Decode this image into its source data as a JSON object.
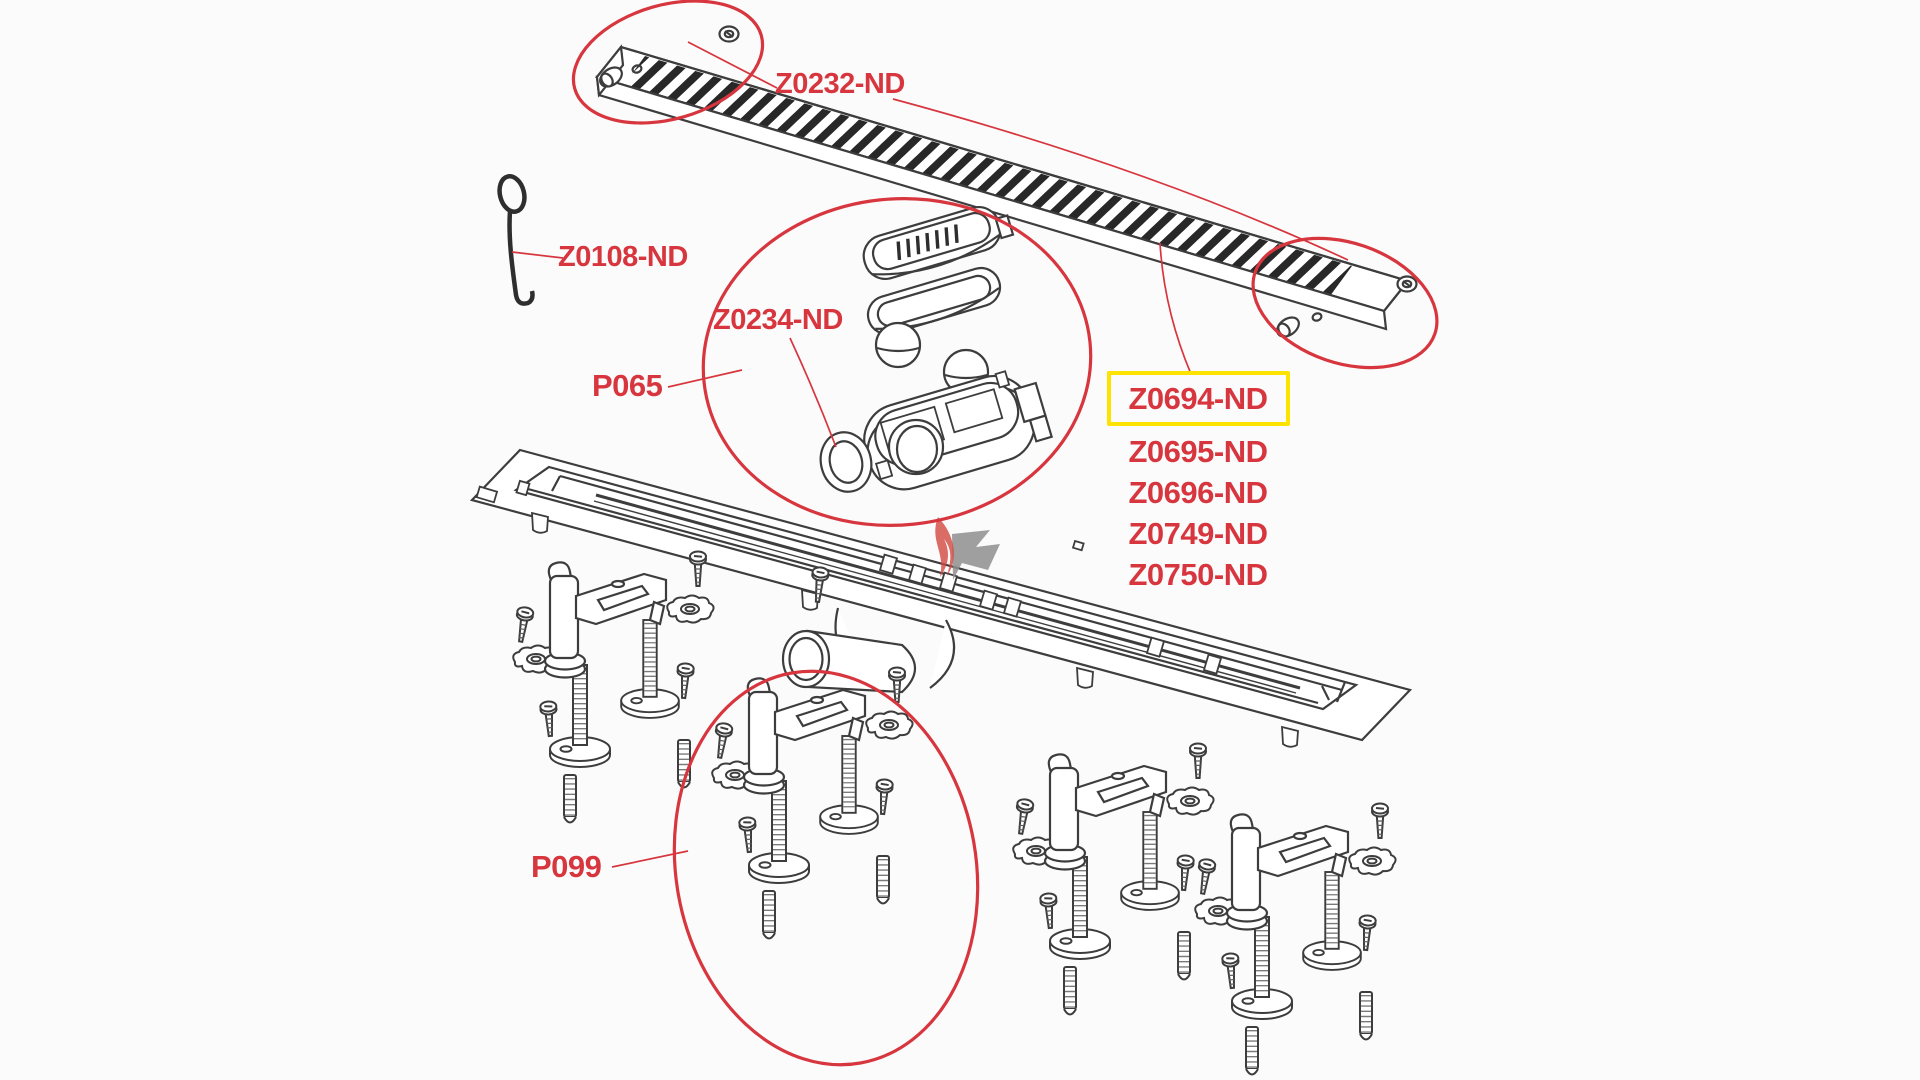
{
  "colors": {
    "label_red": "#d7363e",
    "highlight_yellow": "#fee300",
    "line_art": "#3d3d3d",
    "background": "#fbfbfb"
  },
  "callouts": {
    "grate_label": "Z0232-ND",
    "hook_label": "Z0108-ND",
    "seal_label": "Z0234-ND",
    "trap_label": "P065",
    "feet_label": "P099"
  },
  "part_list": {
    "items": [
      {
        "label": "Z0694-ND",
        "highlighted": true
      },
      {
        "label": "Z0695-ND",
        "highlighted": false
      },
      {
        "label": "Z0696-ND",
        "highlighted": false
      },
      {
        "label": "Z0749-ND",
        "highlighted": false
      },
      {
        "label": "Z0750-ND",
        "highlighted": false
      }
    ]
  }
}
